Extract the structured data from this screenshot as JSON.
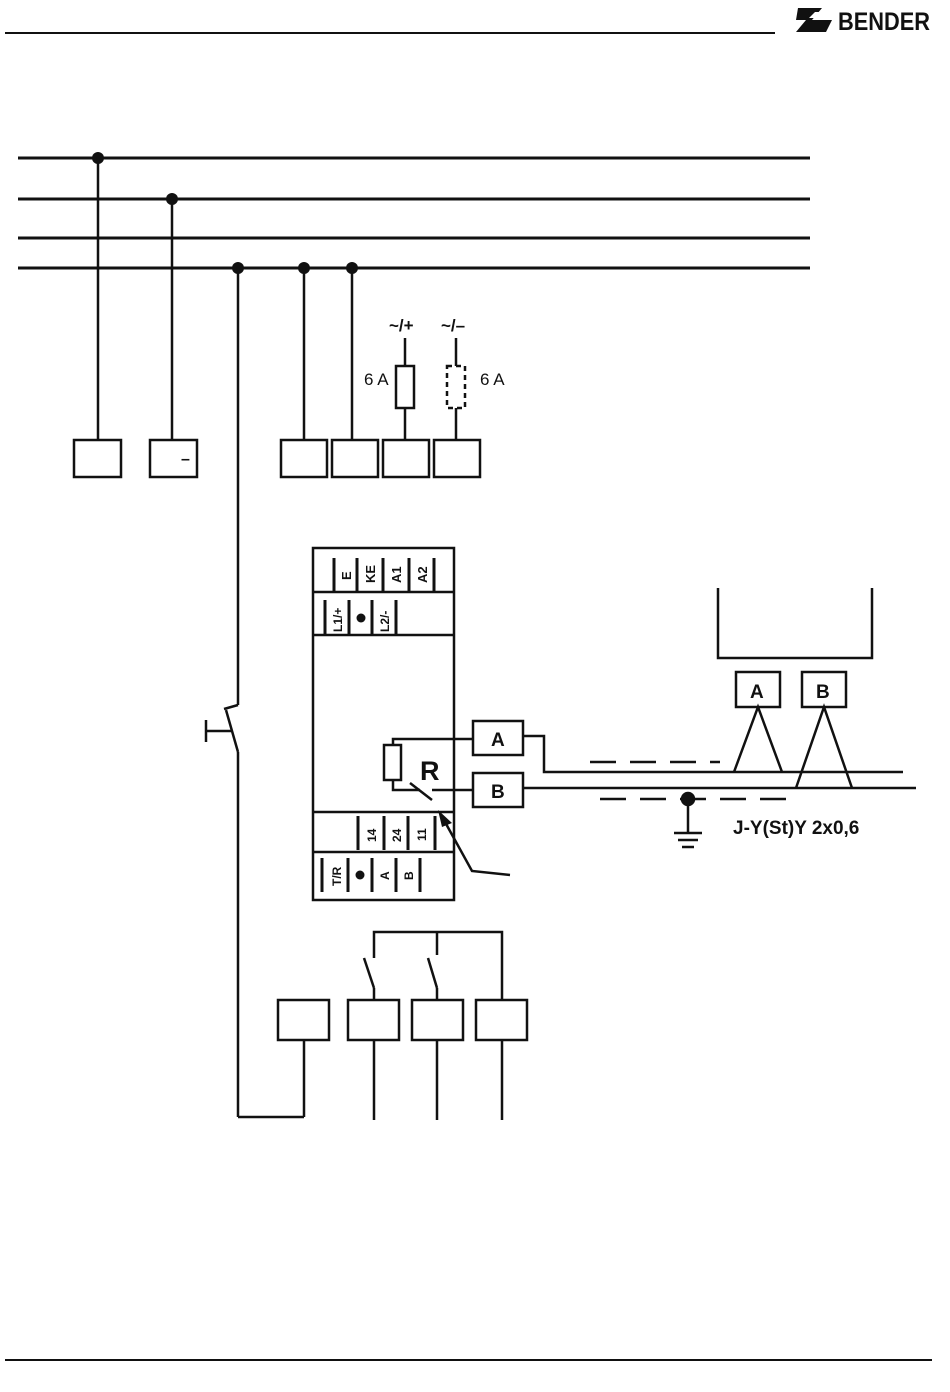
{
  "header": {
    "brand": "BENDER"
  },
  "diagram": {
    "supply_plus": "~/+",
    "supply_minus": "~/–",
    "fuse_rating_left": "6 A",
    "fuse_rating_right": "6 A",
    "device": {
      "top_terminals": [
        "E",
        "KE",
        "A1",
        "A2"
      ],
      "upper_terminals": [
        "L1/+",
        "●",
        "L2/-"
      ],
      "relay_terminals": [
        "14",
        "24",
        "11"
      ],
      "bus_terminals": [
        "T/R",
        "●",
        "A",
        "B"
      ],
      "resistor_label": "R",
      "bus_a": "A",
      "bus_b": "B"
    },
    "remote_a": "A",
    "remote_b": "B",
    "cable_label": "J-Y(St)Y 2x0,6",
    "bottom_box_minus": "–"
  }
}
